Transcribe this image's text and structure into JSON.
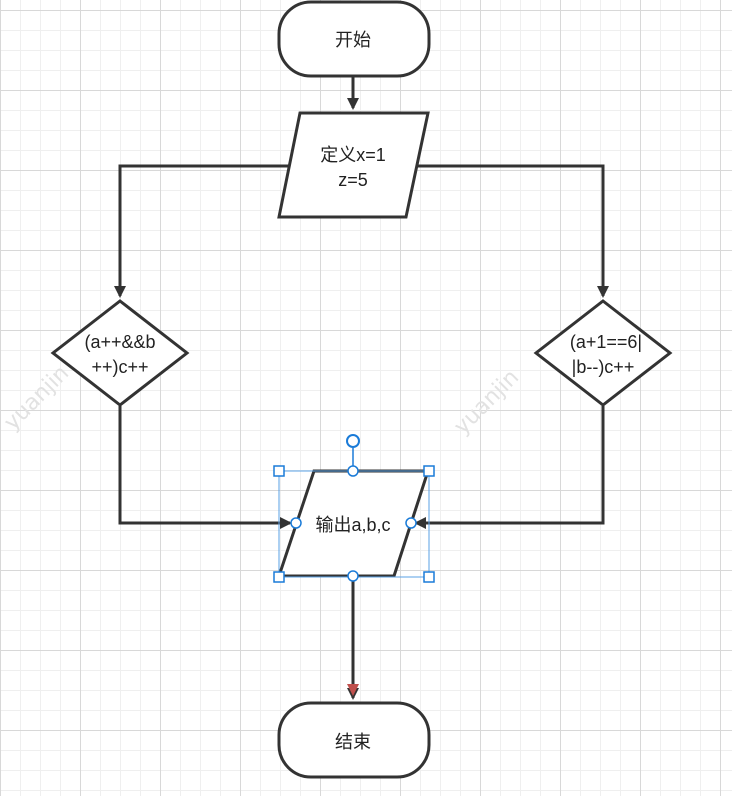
{
  "watermark": "yuanjin",
  "nodes": {
    "start": "开始",
    "define_line1": "定义x=1",
    "define_line2": "z=5",
    "cond_left_line1": "(a++&&b",
    "cond_left_line2": "++)c++",
    "cond_right_line1": "(a+1==6|",
    "cond_right_line2": "|b--)c++",
    "output": "输出a,b,c",
    "end": "结束"
  },
  "colors": {
    "stroke": "#333333",
    "selection": "#1a7bd8",
    "arrow_tip_red": "#c0504d"
  }
}
